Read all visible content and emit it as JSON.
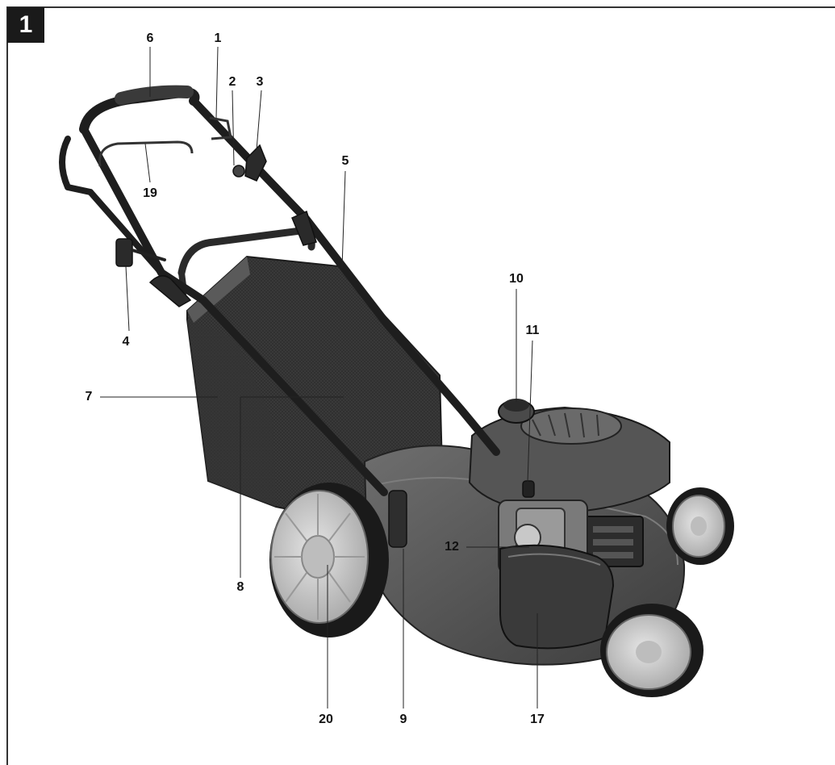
{
  "figure": {
    "number": "1",
    "callouts": [
      {
        "id": "c6",
        "label": "6"
      },
      {
        "id": "c1",
        "label": "1"
      },
      {
        "id": "c2",
        "label": "2"
      },
      {
        "id": "c3",
        "label": "3"
      },
      {
        "id": "c19",
        "label": "19"
      },
      {
        "id": "c5",
        "label": "5"
      },
      {
        "id": "c10",
        "label": "10"
      },
      {
        "id": "c4",
        "label": "4"
      },
      {
        "id": "c11",
        "label": "11"
      },
      {
        "id": "c7",
        "label": "7"
      },
      {
        "id": "c12",
        "label": "12"
      },
      {
        "id": "c8",
        "label": "8"
      },
      {
        "id": "c20",
        "label": "20"
      },
      {
        "id": "c9",
        "label": "9"
      },
      {
        "id": "c17",
        "label": "17"
      }
    ]
  }
}
